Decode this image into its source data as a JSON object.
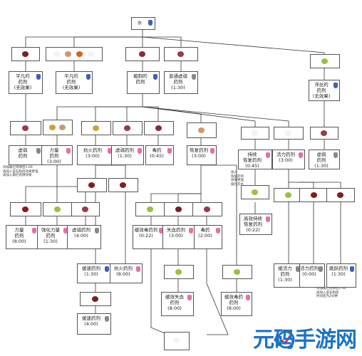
{
  "watermark": "元码手游网",
  "colors": {
    "line": "#333333",
    "wart": "#7a1f1f",
    "sugar": "#f2f2f2",
    "glowstone": "#c9a23a",
    "spider_eye": "#8a2a3a",
    "rabbit_foot": "#c89a6a",
    "melon": "#c84040",
    "fermented": "#9a3a4a",
    "magma": "#d86020",
    "blaze": "#d0a030",
    "redstone": "#8a1a1a",
    "slime": "#9ac040",
    "gunpowder": "#707070",
    "pufferfish": "#e0c050",
    "pink_bottle": "#e46fa8",
    "blue_bottle": "#4060b0",
    "grey_bottle": "#888888"
  },
  "nodes": {
    "water": {
      "label": "水"
    },
    "mundane_unobtainable": {
      "label": "平凡的\n药剂\n(无效果)"
    },
    "mundane": {
      "label": "平凡的\n药剂\n(无效果)"
    },
    "thick": {
      "label": "粗制的\n药剂"
    },
    "weakness_top": {
      "label": "普通虚弱\n药剂\n(1:30)"
    },
    "awkward": {
      "label": "浮丝的\n药剂\n(无效果)"
    },
    "slowness_left": {
      "label": "虚弱\n药剂"
    },
    "strength": {
      "label": "力量\n药剂\n(3:00)"
    },
    "fire_res": {
      "label": "抗火药剂\n(3:00)"
    },
    "weakness_mid": {
      "label": "虚弱药剂\n(1:30)"
    },
    "poison": {
      "label": "毒药\n(0:45)"
    },
    "healing": {
      "label": "恢复药剂\n(3:00)"
    },
    "regen_strong": {
      "label": "持续\n恢复药剂\n(0:45)"
    },
    "swiftness": {
      "label": "活力药剂\n(3:00)"
    },
    "weakness_right": {
      "label": "虚弱\n药剂\n(1:30)"
    },
    "strength2": {
      "label": "力量\n药剂\n(8:00)"
    },
    "strength_plus": {
      "label": "强化力量\n药剂\n(1:30)"
    },
    "weakness_ext": {
      "label": "虚弱药剂\n(4:00)"
    },
    "regen_ext": {
      "label": "高效持续\n恢复药剂\n(0:22)"
    },
    "slowness": {
      "label": "缓速药剂\n(1:30)"
    },
    "fire_res2": {
      "label": "抗火药剂\n(8:00)"
    },
    "poison2": {
      "label": "缓效毒药剂\n(0:22)"
    },
    "invis": {
      "label": "失血药剂\n(3:00)"
    },
    "poison3": {
      "label": "毒药\n(2:00)"
    },
    "invis2": {
      "label": "缓效失血\n药剂\n(8:00)"
    },
    "poison_ext": {
      "label": "缓效毒药\n药剂\n(8:00)"
    },
    "swift2": {
      "label": "缓活力\n药剂\n(1:30)"
    },
    "swift3": {
      "label": "活力药剂\n(0:00)"
    },
    "leaping": {
      "label": "跳跃药剂\n(1:30)"
    },
    "slowness_ext": {
      "label": "缓速药剂\n(4:00)"
    }
  },
  "notes": {
    "left": "添加腐烂肉饼后1:00\n再加入萤石粉后效果更强\n再加入腐烂肉饼效果",
    "mid": "加入\n恢复药剂\n效果更强\n腐烂药水",
    "right": "添加腐烂肉饼后1:30\n再加入萤石粉后\n时间变为2分钟"
  }
}
